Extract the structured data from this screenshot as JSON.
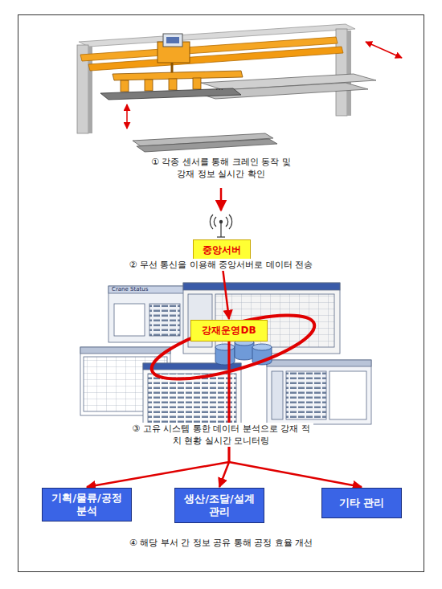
{
  "diagram": {
    "nodes": [
      {
        "text": [
          "중앙서버"
        ]
      },
      {
        "text": [
          "강재운영DB"
        ]
      },
      {
        "text": [
          "기획/물류/공정 분석"
        ]
      },
      {
        "text": [
          "생산/조달/설계 관리"
        ]
      },
      {
        "text": [
          "기타 관리"
        ]
      }
    ],
    "edges": [
      {
        "from": 0,
        "to": 1,
        "arrow": "to"
      },
      {
        "from": 1,
        "to": 2,
        "arrow": "to"
      },
      {
        "from": 1,
        "to": 3,
        "arrow": "to"
      },
      {
        "from": 1,
        "to": 4,
        "arrow": "to"
      }
    ],
    "labels": [
      "① 각종 센서를 통해 크레인 동작 및 강재 정보 실시간 확인",
      "② 무선 통신을 이용해 중앙서버로 데이터 전송",
      "③ 고유 시스템 통한 데이터 분석으로 강재 적치 현황 실시간 모니터링",
      "④ 해당 부서 간 정보 공유 통해 공정 효율 개선",
      "Crane Status"
    ]
  }
}
